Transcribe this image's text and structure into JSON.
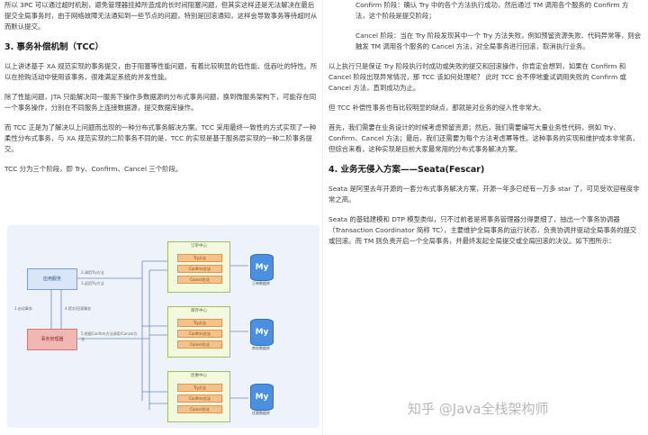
{
  "left": {
    "p1": "所以 3PC 可以通过超时机制，避免管理器挂掉所造成的长时间阻塞问题，但其实这样还是无法解决在最后提交全局事务时，由于网络故障无法通知到一些节点的问题，特别是回滚通知，这样会导致事务等待超时从而默认提交。",
    "h3": "3. 事务补偿机制（TCC）",
    "p2": "以上讲述基于 XA 规范实现的事务提交，由于阻塞等性能问题，有着比较明显的低性能、低吞吐的特性。所以在抢购活动中使用该事务，很难满足系统的并发性能。",
    "p3": "除了性能问题，JTA 只能解决同一服务下操作多数据源的分布式事务问题，换到微服务架构下，可能存在同一个事务操作，分别在不同服务上连接数据源，提交数据库操作。",
    "p4": "而 TCC 正是为了解决以上问题而出现的一种分布式事务解决方案。TCC 采用最终一致性的方式实现了一种柔性分布式事务，与 XA 规范实现的二阶事务不同的是，TCC 的实现是基于服务层实现的一种二阶事务提交。",
    "p5": "TCC 分为三个阶段，即 Try、Confirm、Cancel 三个阶段。"
  },
  "diagram": {
    "app": "应用服务",
    "tm": "事务管理器",
    "lbl_start": "1.启动事务",
    "lbl_call": "2.调用Try方法",
    "lbl_call2": "3.返回Try方法",
    "lbl_reg": "4.提交/回滚事务",
    "lbl_confirm": "5.根据Confirm方法调用/Cancel方法",
    "services": [
      {
        "title": "订单中心",
        "items": [
          "Try方法",
          "Confirm方法",
          "Cancel方法"
        ],
        "db": "订单数据库"
      },
      {
        "title": "库存中心",
        "items": [
          "Try方法",
          "Confirm方法",
          "Cancel方法"
        ],
        "db": "库存数据库"
      },
      {
        "title": "优惠中心",
        "items": [
          "Try方法",
          "Confirm方法",
          "Cancel方法"
        ],
        "db": "优惠数据库"
      }
    ],
    "db_glyph": "My"
  },
  "right": {
    "confirm": "Confirm 阶段：确认 Try 中的各个方法执行成功，然后通过 TM 调用各个服务的 Confirm 方法，这个阶段是提交阶段；",
    "cancel": "Cancel 阶段：当在 Try 阶段发现其中一个 Try 方法失败，例如预留资源失败、代码异常等，则会触发 TM 调用各个服务的 Cancel 方法，对全局事务进行回滚，取消执行业务。",
    "p1": "以上执行只是保证 Try 阶段执行时成功或失败的提交和回滚操作，你肯定会想到，如果在 Confirm 和 Cancel 阶段出现异常情况，那 TCC 该如何处理呢？ 此时 TCC 会不停地重试调用失败的 Confirm 或 Cancel 方法，直到成功为止。",
    "p2": "但 TCC 补偿性事务也有比较明显的缺点，那就是对业务的侵入性非常大。",
    "p3": "首先，我们需要在业务设计的时候考虑预留资源；然后，我们需要编写大量业务性代码，例如 Try、Confirm、Cancel 方法；最后，我们还需要为每个方法考虑幂等性。这种事务的实现和维护成本非常高，但综合来看，这种实现是目前大家最常用的分布式事务解决方案。",
    "h4": "4. 业务无侵入方案——Seata(Fescar)",
    "p4": "Seata 是阿里去年开源的一套分布式事务解决方案，开源一年多已经有一万多 star 了，可见受欢迎程度非常之高。",
    "p5": "Seata 的基础建模和 DTP 模型类似，只不过前者是将事务管理器分得更细了，抽出一个事务协调器（Transaction Coordinator 简称 TC），主要维护全局事务的运行状态，负责协调并驱动全局事务的提交或回滚。而 TM 则负责开启一个全局事务，并最终发起全局提交或全局回滚的决议。如下图所示："
  },
  "watermark": "知乎 @Java全栈架构师"
}
